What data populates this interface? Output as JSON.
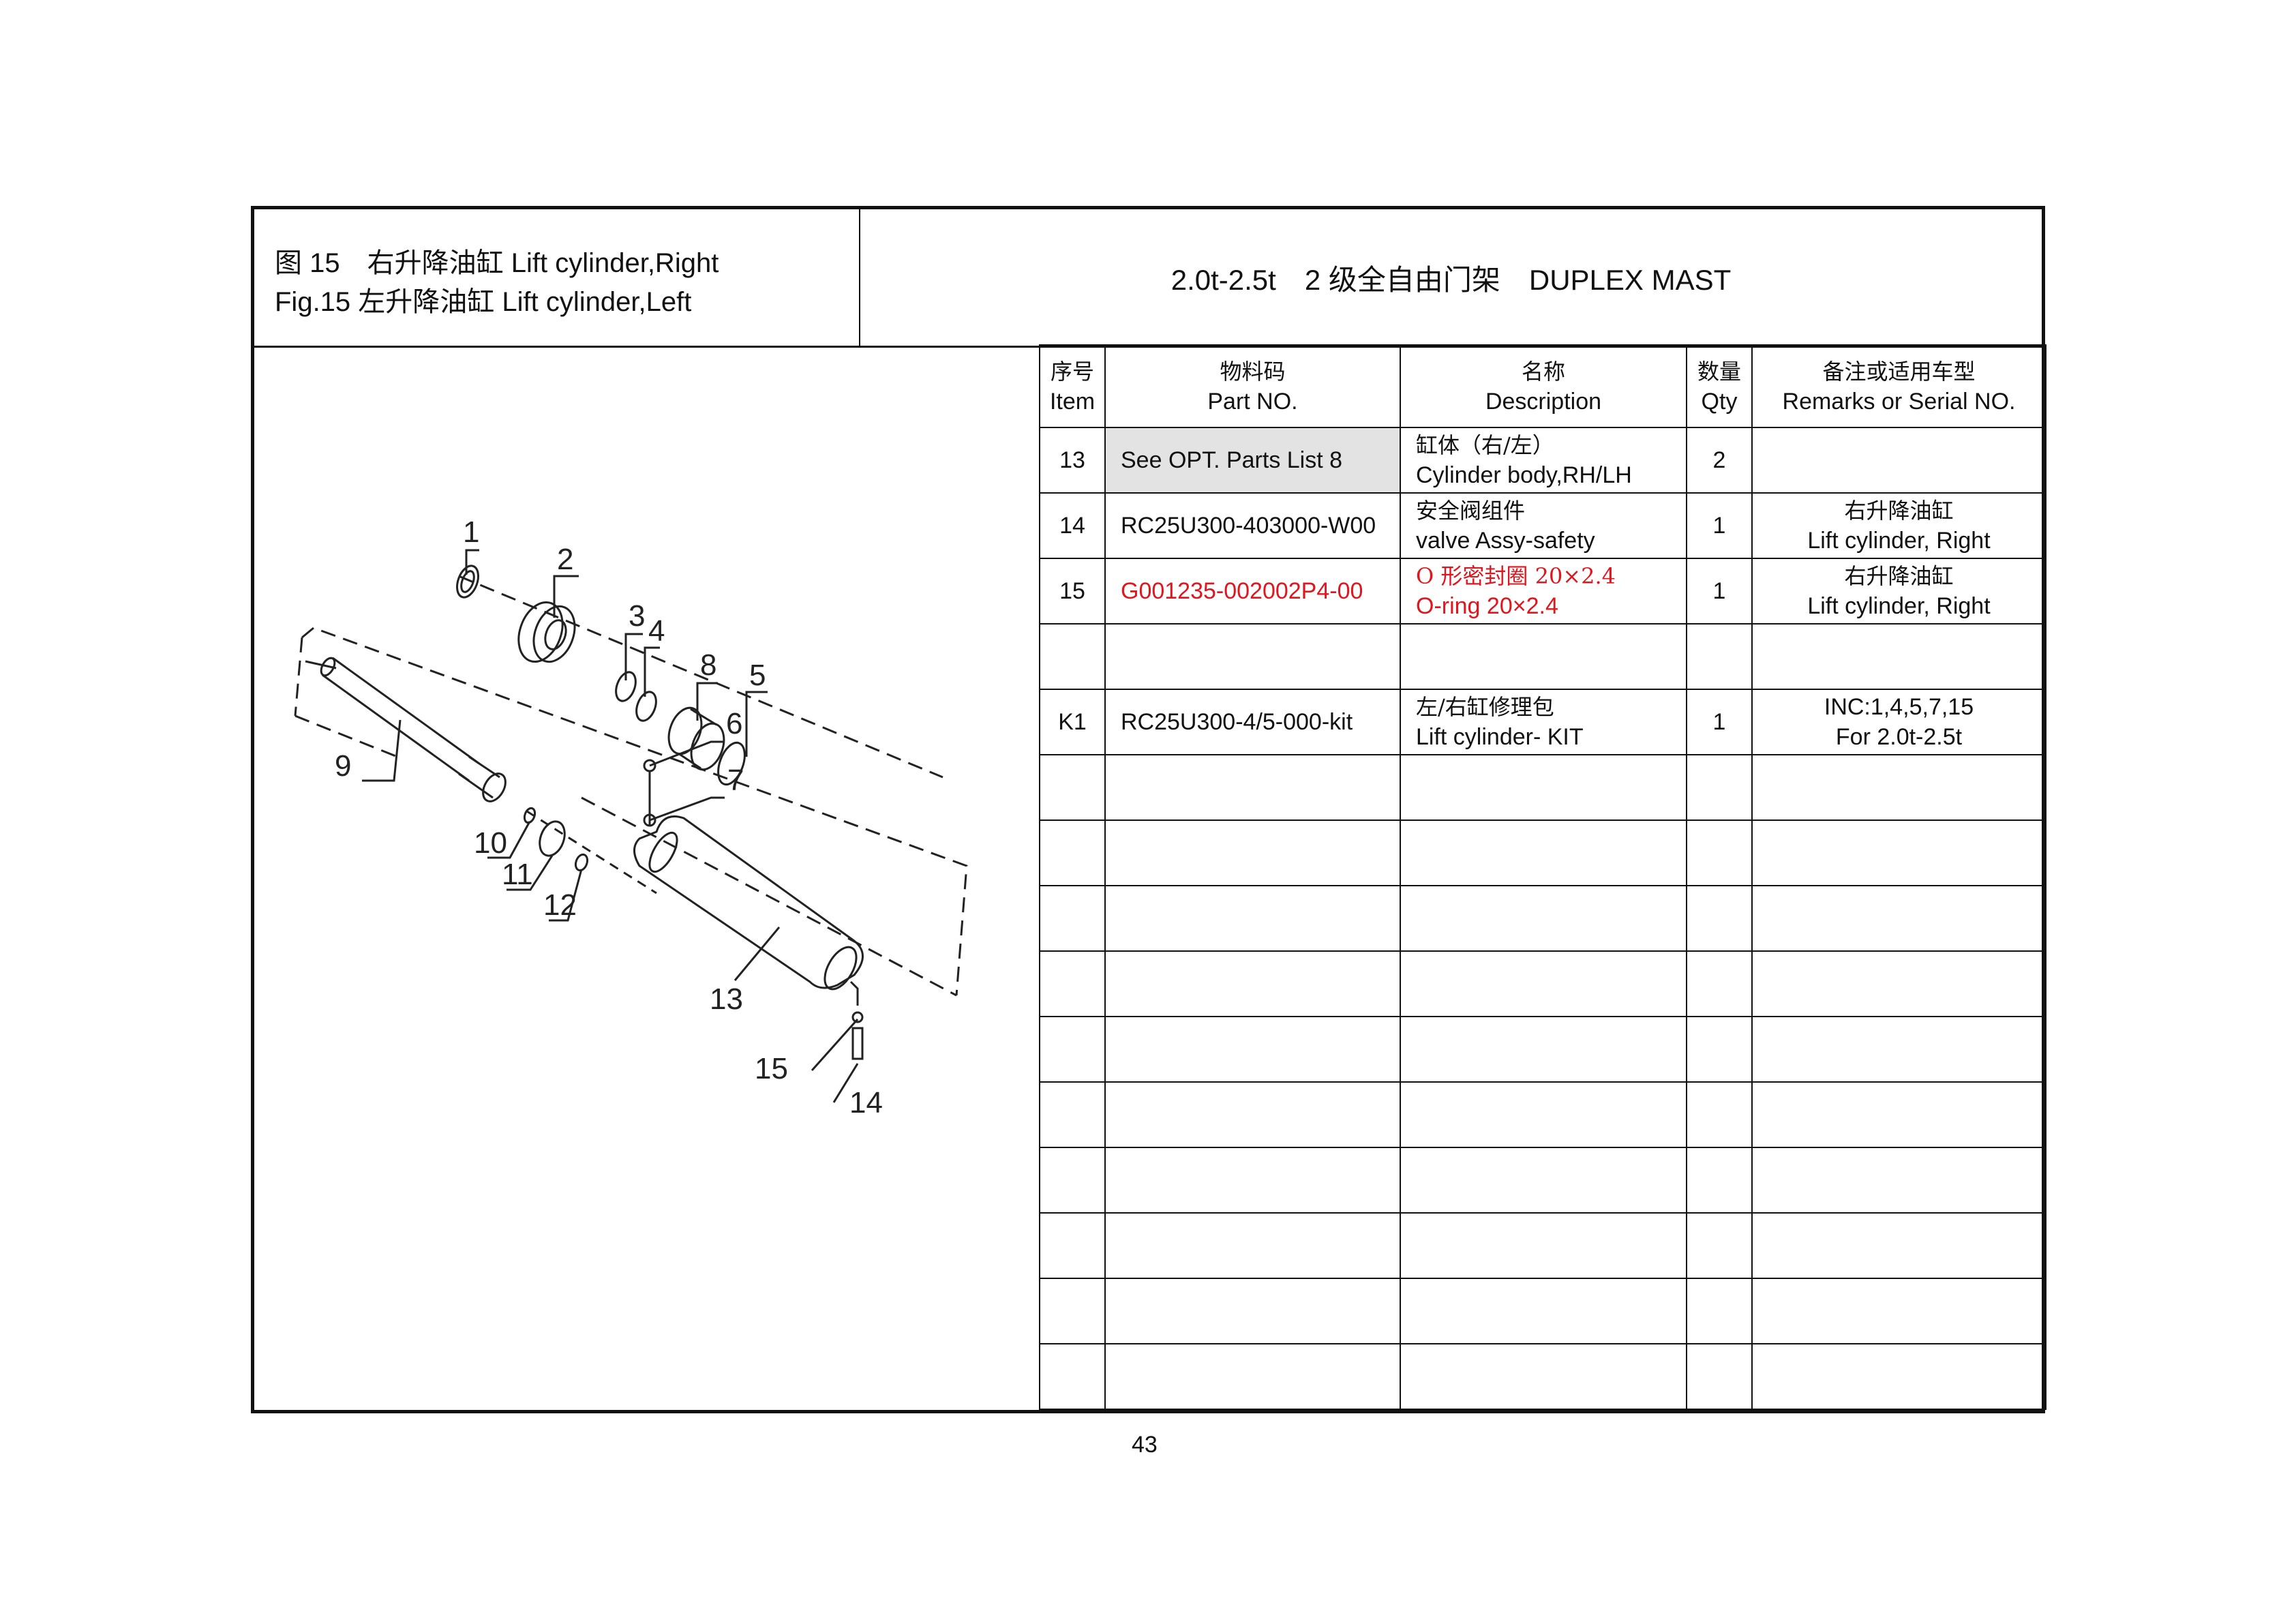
{
  "header": {
    "title_line1": "图 15　右升降油缸  Lift cylinder,Right",
    "title_line2": "Fig.15  左升降油缸  Lift cylinder,Left",
    "mast_title": "2.0t-2.5t　2 级全自由门架　DUPLEX MAST"
  },
  "table": {
    "columns": [
      {
        "cn": "序号",
        "en": "Item"
      },
      {
        "cn": "物料码",
        "en": "Part NO."
      },
      {
        "cn": "名称",
        "en": "Description"
      },
      {
        "cn": "数量",
        "en": "Qty"
      },
      {
        "cn": "备注或适用车型",
        "en": "Remarks or Serial NO."
      }
    ],
    "rows": [
      {
        "item": "13",
        "part_no": "See OPT. Parts List 8",
        "desc_cn": "缸体（右/左）",
        "desc_en": "Cylinder body,RH/LH",
        "qty": "2",
        "remarks_cn": "",
        "remarks_en": ""
      },
      {
        "item": "14",
        "part_no": "RC25U300-403000-W00",
        "desc_cn": "安全阀组件",
        "desc_en": "valve Assy-safety",
        "qty": "1",
        "remarks_cn": "右升降油缸",
        "remarks_en": "Lift cylinder, Right"
      },
      {
        "item": "15",
        "part_no": "G001235-002002P4-00",
        "desc_cn": "O 形密封圈 20×2.4",
        "desc_en": "O-ring 20×2.4",
        "qty": "1",
        "remarks_cn": "右升降油缸",
        "remarks_en": "Lift cylinder, Right"
      },
      {
        "item": "",
        "part_no": "",
        "desc_cn": "",
        "desc_en": "",
        "qty": "",
        "remarks_cn": "",
        "remarks_en": ""
      },
      {
        "item": "K1",
        "part_no": "RC25U300-4/5-000-kit",
        "desc_cn": "左/右缸修理包",
        "desc_en": "Lift cylinder- KIT",
        "qty": "1",
        "remarks_cn": "INC:1,4,5,7,15",
        "remarks_en": "For 2.0t-2.5t"
      }
    ],
    "blank_rows": 10,
    "highlight_color": "#e0161e",
    "gray_cell_color": "#e3e3e3"
  },
  "figure": {
    "callouts": [
      "1",
      "2",
      "3",
      "4",
      "5",
      "6",
      "7",
      "8",
      "9",
      "10",
      "11",
      "12",
      "13",
      "14",
      "15"
    ]
  },
  "page_number": "43"
}
